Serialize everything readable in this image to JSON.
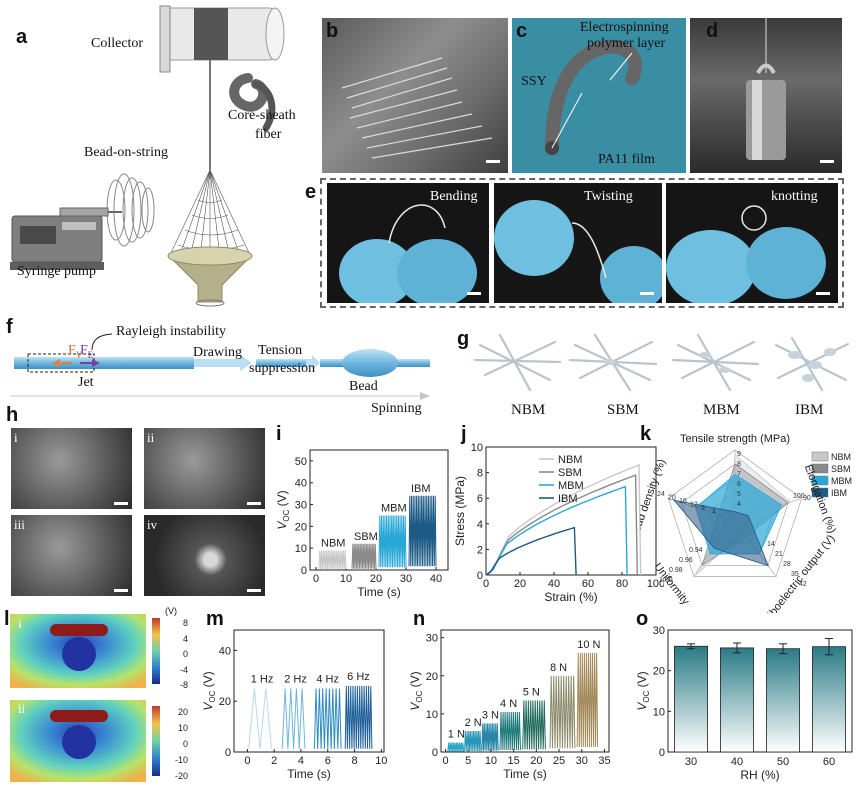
{
  "panels": {
    "a": "a",
    "b": "b",
    "c": "c",
    "d": "d",
    "e": "e",
    "f": "f",
    "g": "g",
    "h": "h",
    "i": "i",
    "j": "j",
    "k": "k",
    "l": "l",
    "m": "m",
    "n": "n",
    "o": "o"
  },
  "a_labels": {
    "collector": "Collector",
    "core_sheath": "Core-sheath",
    "fiber": "fiber",
    "bead_on_string": "Bead-on-string",
    "syringe_pump": "Syringe pump"
  },
  "c_labels": {
    "electrospinning": "Electrospinning",
    "polymer_layer": "polymer layer",
    "ssy": "SSY",
    "pa11": "PA11 film"
  },
  "e_labels": {
    "bending": "Bending",
    "twisting": "Twisting",
    "knotting": "knotting"
  },
  "f_labels": {
    "rayleigh": "Rayleigh instability",
    "fv": "F",
    "fv_sub": "V",
    "fe": "F",
    "fe_sub": "E",
    "drawing": "Drawing",
    "tension": "Tension",
    "suppression": "suppression",
    "jet": "Jet",
    "bead": "Bead",
    "spinning": "Spinning"
  },
  "g_labels": [
    "NBM",
    "SBM",
    "MBM",
    "IBM"
  ],
  "h_labels": [
    "i",
    "ii",
    "iii",
    "iv"
  ],
  "l_labels": {
    "i": "i",
    "ii": "ii",
    "unit": "(V)",
    "i_ticks": [
      "8",
      "4",
      "0",
      "-4",
      "-8"
    ],
    "ii_ticks": [
      "20",
      "10",
      "0",
      "-10",
      "-20"
    ]
  },
  "colors": {
    "nbm": "#c8c8c8",
    "sbm": "#8a8a8a",
    "mbm": "#29a8d8",
    "ibm": "#1d5a86",
    "teal_top": "#2a7b86",
    "sem_dark": "#3a3a3a",
    "glove": "#6fbfe0"
  },
  "chart_data": [
    {
      "id": "i",
      "type": "line",
      "xlabel": "Time (s)",
      "ylabel": "V",
      "ylabel_sub": "OC",
      "ylabel_unit": "(V)",
      "xlim": [
        -2,
        44
      ],
      "ylim": [
        0,
        55
      ],
      "xticks": [
        0,
        10,
        20,
        30,
        40
      ],
      "yticks": [
        0,
        10,
        20,
        30,
        40,
        50
      ],
      "series": [
        {
          "name": "NBM",
          "x_range": [
            1,
            10
          ],
          "peak": 9
        },
        {
          "name": "SBM",
          "x_range": [
            12,
            20
          ],
          "peak": 12
        },
        {
          "name": "MBM",
          "x_range": [
            21,
            30
          ],
          "peak": 25
        },
        {
          "name": "IBM",
          "x_range": [
            31,
            40
          ],
          "peak": 34
        }
      ]
    },
    {
      "id": "j",
      "type": "line",
      "xlabel": "Strain (%)",
      "ylabel": "Stress (MPa)",
      "xlim": [
        0,
        100
      ],
      "ylim": [
        0,
        10
      ],
      "xticks": [
        0,
        20,
        40,
        60,
        80,
        100
      ],
      "yticks": [
        0,
        2,
        4,
        6,
        8,
        10
      ],
      "series": [
        {
          "name": "NBM",
          "end_strain": 90,
          "end_stress": 8.6
        },
        {
          "name": "SBM",
          "end_strain": 88,
          "end_stress": 7.8
        },
        {
          "name": "MBM",
          "end_strain": 82,
          "end_stress": 6.9
        },
        {
          "name": "IBM",
          "end_strain": 52,
          "end_stress": 3.7
        }
      ]
    },
    {
      "id": "k",
      "type": "radar",
      "axes": [
        "Tensile strength (MPa)",
        "Elongation (%)",
        "Triboelectric output (V)",
        "Uniformity",
        "Bead density (%)"
      ],
      "axis_ticks": {
        "tensile": [
          "9",
          "8",
          "7",
          "6",
          "5",
          "4"
        ],
        "elongation": [
          "100",
          "90"
        ],
        "tribo": [
          "42",
          "35",
          "28",
          "21",
          "14"
        ],
        "uniformity": [
          "1.00",
          "0.98",
          "0.96",
          "0.94"
        ],
        "bead": [
          "24",
          "20",
          "16",
          "12",
          "8",
          "4"
        ]
      },
      "series": [
        {
          "name": "NBM",
          "values": [
            8.6,
            90,
            9,
            1.0,
            0
          ]
        },
        {
          "name": "SBM",
          "values": [
            7.8,
            88,
            12,
            0.98,
            6
          ]
        },
        {
          "name": "MBM",
          "values": [
            6.9,
            82,
            25,
            0.96,
            14
          ]
        },
        {
          "name": "IBM",
          "values": [
            3.7,
            52,
            34,
            0.95,
            22
          ]
        }
      ]
    },
    {
      "id": "m",
      "type": "line",
      "xlabel": "Time (s)",
      "ylabel": "V",
      "ylabel_sub": "OC",
      "ylabel_unit": "(V)",
      "xlim": [
        -1,
        10.2
      ],
      "ylim": [
        0,
        48
      ],
      "xticks": [
        0,
        2,
        4,
        6,
        8,
        10
      ],
      "yticks": [
        0,
        20,
        40
      ],
      "series": [
        {
          "name": "1 Hz",
          "x_range": [
            0.1,
            1.8
          ],
          "peak": 25,
          "cycles": 2
        },
        {
          "name": "2 Hz",
          "x_range": [
            2.6,
            4.3
          ],
          "peak": 25,
          "cycles": 4
        },
        {
          "name": "4 Hz",
          "x_range": [
            5.0,
            7.0
          ],
          "peak": 25,
          "cycles": 8
        },
        {
          "name": "6 Hz",
          "x_range": [
            7.3,
            9.3
          ],
          "peak": 26,
          "cycles": 12
        }
      ]
    },
    {
      "id": "n",
      "type": "line",
      "xlabel": "Time (s)",
      "ylabel": "V",
      "ylabel_sub": "OC",
      "ylabel_unit": "(V)",
      "xlim": [
        -1,
        36
      ],
      "ylim": [
        0,
        32
      ],
      "xticks": [
        0,
        5,
        10,
        15,
        20,
        25,
        30,
        35
      ],
      "yticks": [
        0,
        10,
        20,
        30
      ],
      "series": [
        {
          "name": "1 N",
          "x_range": [
            0.5,
            4.0
          ],
          "peak": 2.5
        },
        {
          "name": "2 N",
          "x_range": [
            4.2,
            7.8
          ],
          "peak": 5.5
        },
        {
          "name": "3 N",
          "x_range": [
            8.0,
            11.6
          ],
          "peak": 7.5
        },
        {
          "name": "4 N",
          "x_range": [
            12.0,
            16.5
          ],
          "peak": 10.5
        },
        {
          "name": "5 N",
          "x_range": [
            17.0,
            22.0
          ],
          "peak": 13.5
        },
        {
          "name": "8 N",
          "x_range": [
            23.0,
            28.5
          ],
          "peak": 20
        },
        {
          "name": "10 N",
          "x_range": [
            29.0,
            33.5
          ],
          "peak": 26
        }
      ]
    },
    {
      "id": "o",
      "type": "bar",
      "xlabel": "RH (%)",
      "ylabel": "V",
      "ylabel_sub": "OC",
      "ylabel_unit": "(V)",
      "categories": [
        "30",
        "40",
        "50",
        "60"
      ],
      "values": [
        26.0,
        25.6,
        25.4,
        25.9
      ],
      "errors": [
        0.6,
        1.2,
        1.2,
        2.0
      ],
      "ylim": [
        0,
        30
      ],
      "yticks": [
        0,
        10,
        20,
        30
      ]
    }
  ]
}
